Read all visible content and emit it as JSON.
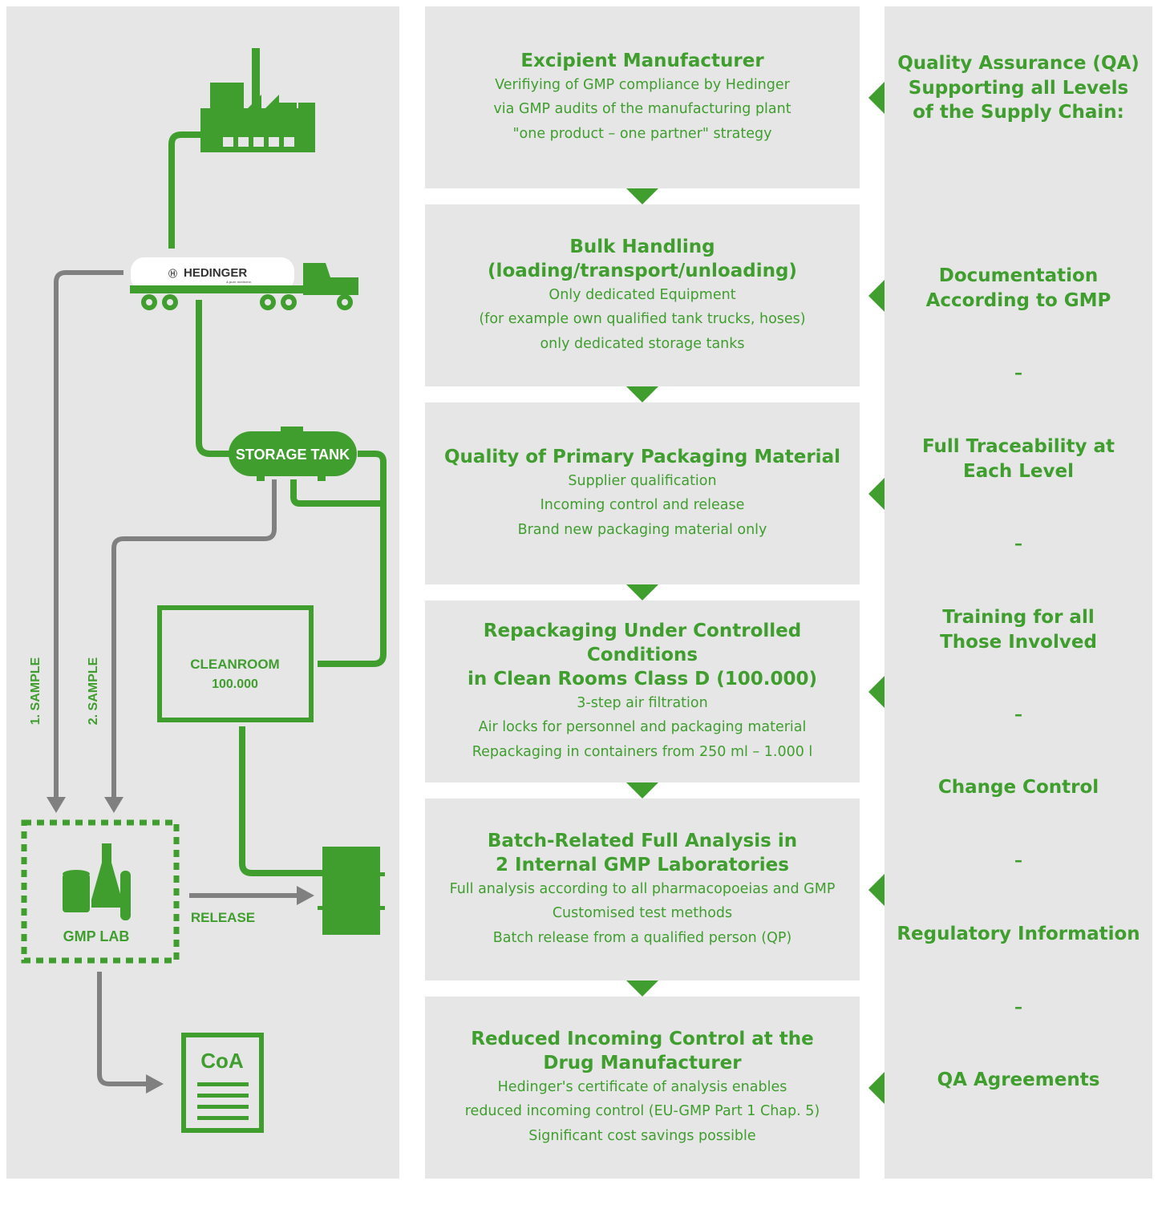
{
  "colors": {
    "green": "#3f9e2e",
    "gray": "#808080",
    "panel": "#e6e6e6"
  },
  "flow": {
    "truck_brand": "HEDINGER",
    "truck_tagline": "A pure medicine.",
    "storage_tank": "STORAGE TANK",
    "cleanroom_line1": "CLEANROOM",
    "cleanroom_line2": "100.000",
    "sample1": "1. SAMPLE",
    "sample2": "2. SAMPLE",
    "gmp_lab": "GMP LAB",
    "release": "RELEASE",
    "coa": "CoA",
    "icons": [
      "factory-icon",
      "tank-truck-icon",
      "drum-icon",
      "lab-flask-icon",
      "certificate-document-icon"
    ]
  },
  "steps": [
    {
      "title_lines": [
        "Excipient Manufacturer"
      ],
      "lines": [
        "Verifiying of GMP compliance by Hedinger",
        "via GMP audits of the manufacturing plant",
        "\"one product – one partner\" strategy"
      ]
    },
    {
      "title_lines": [
        "Bulk Handling",
        "(loading/transport/unloading)"
      ],
      "lines": [
        "Only dedicated Equipment",
        "(for example own qualified tank trucks, hoses)",
        "only dedicated storage tanks"
      ]
    },
    {
      "title_lines": [
        "Quality of Primary Packaging Material"
      ],
      "lines": [
        "Supplier qualification",
        "Incoming control and release",
        "Brand new packaging material only"
      ]
    },
    {
      "title_lines": [
        "Repackaging Under Controlled Conditions",
        "in Clean Rooms Class D (100.000)"
      ],
      "lines": [
        "3-step air filtration",
        "Air locks for personnel and packaging material",
        "Repackaging in containers from 250 ml – 1.000 l"
      ]
    },
    {
      "title_lines": [
        "Batch-Related Full Analysis in",
        "2 Internal GMP Laboratories"
      ],
      "lines": [
        "Full analysis according to all pharmacopoeias and GMP",
        "Customised test methods",
        "Batch release from a qualified person (QP)"
      ]
    },
    {
      "title_lines": [
        "Reduced Incoming Control at the",
        "Drug Manufacturer"
      ],
      "lines": [
        "Hedinger's certificate of analysis enables",
        "reduced incoming control (EU-GMP Part 1 Chap. 5)",
        "Significant cost savings possible"
      ]
    }
  ],
  "qa": {
    "header_lines": [
      "Quality Assurance (QA)",
      "Supporting all Levels",
      "of the Supply Chain:"
    ],
    "items": [
      {
        "lines": [
          "Documentation",
          "According to GMP"
        ]
      },
      {
        "lines": [
          "Full Traceability at",
          "Each Level"
        ]
      },
      {
        "lines": [
          "Training for all",
          "Those Involved"
        ]
      },
      {
        "lines": [
          "Change Control"
        ]
      },
      {
        "lines": [
          "Regulatory Information"
        ]
      },
      {
        "lines": [
          "QA Agreements"
        ]
      }
    ],
    "separator": "–"
  }
}
